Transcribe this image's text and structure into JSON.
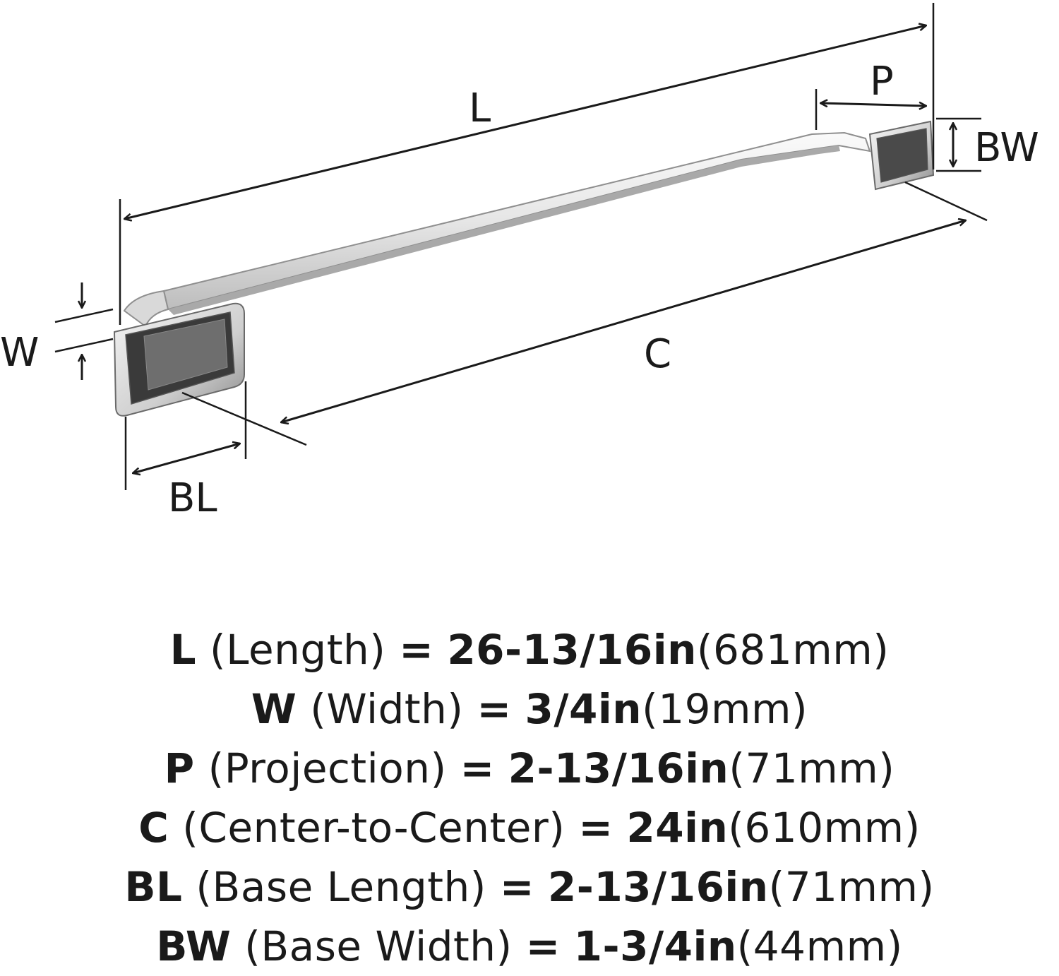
{
  "dimension_labels": {
    "L": "L",
    "P": "P",
    "BW": "BW",
    "W": "W",
    "C": "C",
    "BL": "BL"
  },
  "colors": {
    "line": "#1a1a1a",
    "chrome_light": "#f2f2f2",
    "chrome_mid": "#c8c8c8",
    "chrome_dark": "#4a4a4a"
  },
  "specs": [
    {
      "abbr": "L",
      "name": "(Length)",
      "eq": "=",
      "imperial": "26-13/16in",
      "metric": "(681mm)"
    },
    {
      "abbr": "W",
      "name": "(Width)",
      "eq": "=",
      "imperial": "3/4in",
      "metric": "(19mm)"
    },
    {
      "abbr": "P",
      "name": "(Projection)",
      "eq": "=",
      "imperial": "2-13/16in",
      "metric": "(71mm)"
    },
    {
      "abbr": "C",
      "name": "(Center-to-Center)",
      "eq": "=",
      "imperial": "24in",
      "metric": "(610mm)"
    },
    {
      "abbr": "BL",
      "name": "(Base Length)",
      "eq": "=",
      "imperial": "2-13/16in",
      "metric": "(71mm)"
    },
    {
      "abbr": "BW",
      "name": "(Base Width)",
      "eq": "=",
      "imperial": "1-3/4in",
      "metric": "(44mm)"
    }
  ]
}
